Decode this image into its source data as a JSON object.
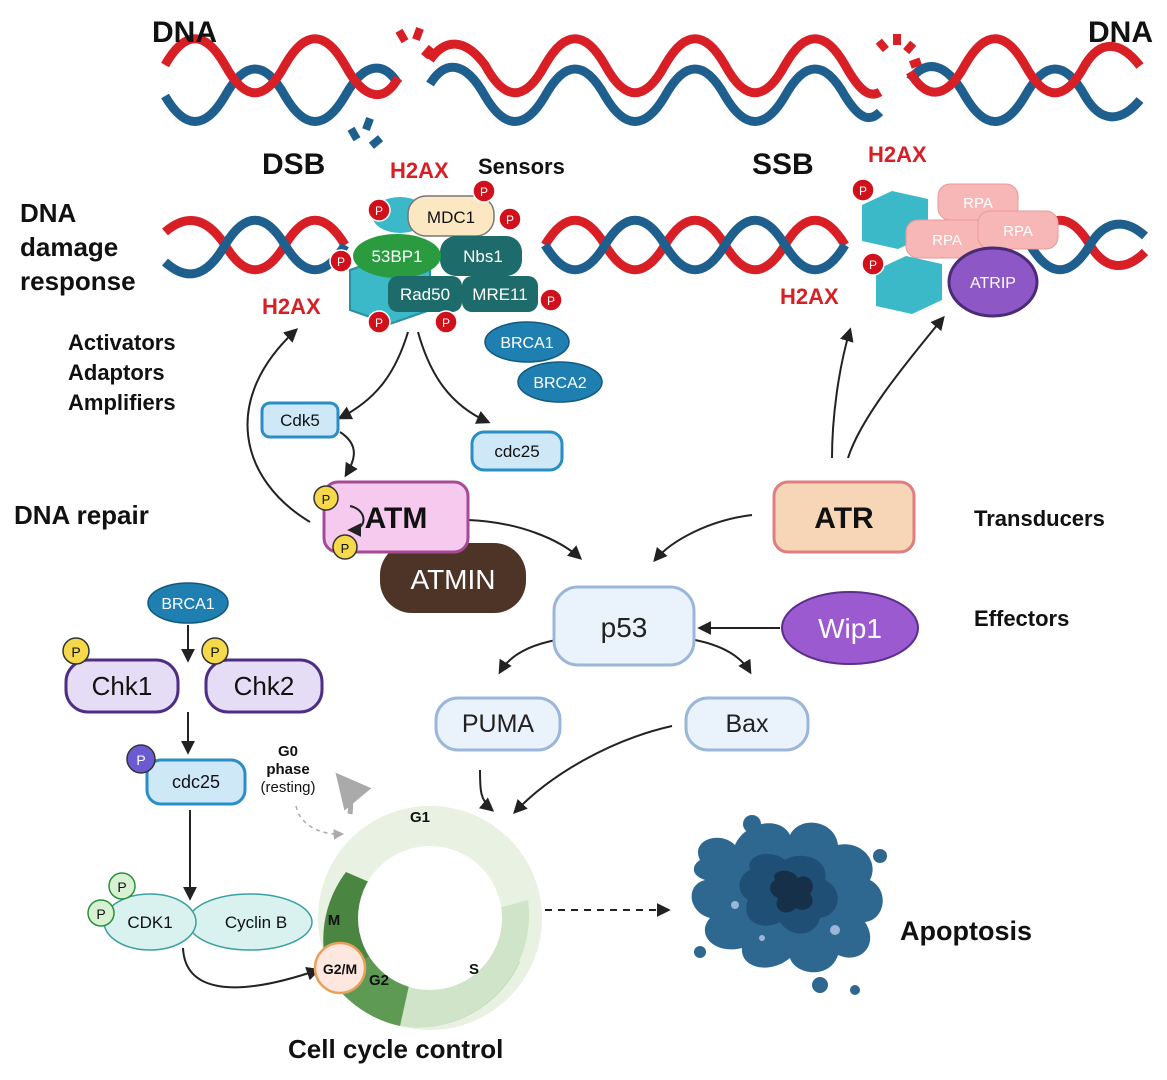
{
  "labels": {
    "dna_left": "DNA",
    "dna_right": "DNA",
    "dsb": "DSB",
    "ssb": "SSB",
    "h2ax_top_left": "H2AX",
    "h2ax_top_right": "H2AX",
    "h2ax_left": "H2AX",
    "h2ax_right": "H2AX",
    "sensors": "Sensors",
    "ddr_line1": "DNA",
    "ddr_line2": "damage",
    "ddr_line3": "response",
    "activators": "Activators",
    "adaptors": "Adaptors",
    "amplifiers": "Amplifiers",
    "dna_repair": "DNA repair",
    "transducers": "Transducers",
    "effectors": "Effectors",
    "apoptosis": "Apoptosis",
    "cell_cycle_control": "Cell cycle control",
    "g0_line1": "G0",
    "g0_line2": "phase",
    "g0_line3": "(resting)"
  },
  "proteins": {
    "mdc1": "MDC1",
    "p53bp1": "53BP1",
    "nbs1": "Nbs1",
    "rad50": "Rad50",
    "mre11": "MRE11",
    "brca1_top": "BRCA1",
    "brca2": "BRCA2",
    "cdk5": "Cdk5",
    "cdc25_top": "cdc25",
    "atm": "ATM",
    "atmin": "ATMIN",
    "atr": "ATR",
    "p53": "p53",
    "wip1": "Wip1",
    "puma": "PUMA",
    "bax": "Bax",
    "brca1_left": "BRCA1",
    "chk1": "Chk1",
    "chk2": "Chk2",
    "cdc25_left": "cdc25",
    "cdk1": "CDK1",
    "cyclin_b": "Cyclin B",
    "rpa1": "RPA",
    "rpa2": "RPA",
    "rpa3": "RPA",
    "atrip": "ATRIP"
  },
  "phosphate": "P",
  "cycle_phases": {
    "g1": "G1",
    "s": "S",
    "g2": "G2",
    "m": "M",
    "g2m": "G2/M"
  },
  "colors": {
    "strand_red": "#d81f26",
    "strand_blue": "#1e5f8e",
    "label_red": "#d81f26",
    "phospho_red": "#d0101a",
    "phospho_yellow": "#f5d94a",
    "phospho_purple": "#6b5bd2",
    "atm_fill": "#f6c9ee",
    "atm_stroke": "#a64a95",
    "atmin_fill": "#4e3426",
    "atr_fill": "#f7d5b7",
    "atr_stroke": "#e07d80",
    "wip1_fill": "#9c5ad1",
    "node_fill": "#eaf3fb",
    "node_stroke": "#9ab6d8",
    "teal_dark": "#1d6b6a",
    "teal_cyl": "#3bb9c8",
    "green_53bp1": "#2a9b3f",
    "blue_brca": "#1e7fb0",
    "chk_fill": "#e4ddf5",
    "chk_stroke": "#4e2e84",
    "cdc_fill": "#cfe8f7",
    "cdc_stroke": "#2a8dc6",
    "rpa_fill": "#f7b7b7",
    "atrip_fill": "#8d58c6"
  }
}
